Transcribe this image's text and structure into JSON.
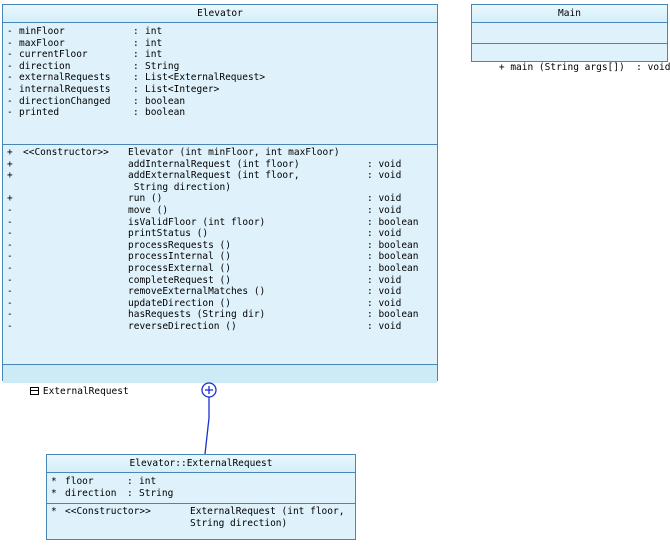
{
  "elevator": {
    "title": "Elevator",
    "attributes": [
      {
        "vis": "-",
        "name": "minFloor",
        "sep": ":",
        "type": "int"
      },
      {
        "vis": "-",
        "name": "maxFloor",
        "sep": ":",
        "type": "int"
      },
      {
        "vis": "-",
        "name": "currentFloor",
        "sep": ":",
        "type": "int"
      },
      {
        "vis": "-",
        "name": "direction",
        "sep": ":",
        "type": "String"
      },
      {
        "vis": "-",
        "name": "externalRequests",
        "sep": ":",
        "type": "List<ExternalRequest>"
      },
      {
        "vis": "-",
        "name": "internalRequests",
        "sep": ":",
        "type": "List<Integer>"
      },
      {
        "vis": "-",
        "name": "directionChanged",
        "sep": ":",
        "type": "boolean"
      },
      {
        "vis": "-",
        "name": "printed",
        "sep": ":",
        "type": "boolean"
      }
    ],
    "operations": [
      {
        "vis": "+",
        "stereo": "<<Constructor>>",
        "sig": "Elevator (int minFloor, int maxFloor)",
        "ret": ""
      },
      {
        "vis": "+",
        "stereo": "",
        "sig": "addInternalRequest (int floor)",
        "ret": ": void"
      },
      {
        "vis": "+",
        "stereo": "",
        "sig": "addExternalRequest (int floor,",
        "ret": ": void"
      },
      {
        "vis": "",
        "stereo": "",
        "sig": " String direction)",
        "ret": ""
      },
      {
        "vis": "+",
        "stereo": "",
        "sig": "run ()",
        "ret": ": void"
      },
      {
        "vis": "-",
        "stereo": "",
        "sig": "move ()",
        "ret": ": void"
      },
      {
        "vis": "-",
        "stereo": "",
        "sig": "isValidFloor (int floor)",
        "ret": ": boolean"
      },
      {
        "vis": "-",
        "stereo": "",
        "sig": "printStatus ()",
        "ret": ": void"
      },
      {
        "vis": "-",
        "stereo": "",
        "sig": "processRequests ()",
        "ret": ": boolean"
      },
      {
        "vis": "-",
        "stereo": "",
        "sig": "processInternal ()",
        "ret": ": boolean"
      },
      {
        "vis": "-",
        "stereo": "",
        "sig": "processExternal ()",
        "ret": ": boolean"
      },
      {
        "vis": "-",
        "stereo": "",
        "sig": "completeRequest ()",
        "ret": ": void"
      },
      {
        "vis": "-",
        "stereo": "",
        "sig": "removeExternalMatches ()",
        "ret": ": void"
      },
      {
        "vis": "-",
        "stereo": "",
        "sig": "updateDirection ()",
        "ret": ": void"
      },
      {
        "vis": "-",
        "stereo": "",
        "sig": "hasRequests (String dir)",
        "ret": ": boolean"
      },
      {
        "vis": "-",
        "stereo": "",
        "sig": "reverseDirection ()",
        "ret": ": void"
      }
    ],
    "nested_label": "ExternalRequest"
  },
  "main": {
    "title": "Main",
    "operation": "+ main (String args[])  : void"
  },
  "external_request": {
    "title": "Elevator::ExternalRequest",
    "attributes": [
      {
        "vis": "*",
        "name": "floor",
        "sep": ":",
        "type": "int"
      },
      {
        "vis": "*",
        "name": "direction",
        "sep": ":",
        "type": "String"
      }
    ],
    "operations": [
      {
        "vis": "*",
        "stereo": "<<Constructor>>",
        "sig": "ExternalRequest (int floor,"
      },
      {
        "vis": "",
        "stereo": "",
        "sig": "String direction)"
      }
    ]
  },
  "colors": {
    "class_fill": "#dff2fb",
    "class_border": "#4a86b5",
    "connector": "#1a2fd0"
  }
}
